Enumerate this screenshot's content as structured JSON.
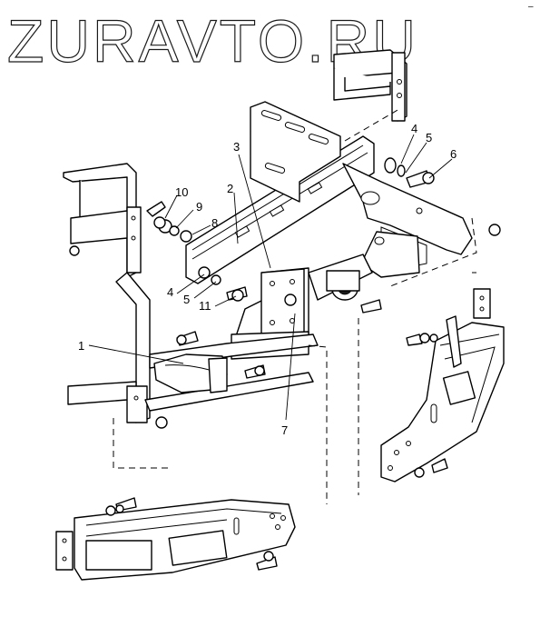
{
  "watermark": {
    "text": "ZURAVTO.RU"
  },
  "corner_mark": "–",
  "callouts": [
    {
      "num": "1",
      "name": "callout-1"
    },
    {
      "num": "2",
      "name": "callout-2"
    },
    {
      "num": "3",
      "name": "callout-3"
    },
    {
      "num": "4",
      "name": "callout-4-right"
    },
    {
      "num": "5",
      "name": "callout-5-right"
    },
    {
      "num": "6",
      "name": "callout-6"
    },
    {
      "num": "7",
      "name": "callout-7"
    },
    {
      "num": "8",
      "name": "callout-8"
    },
    {
      "num": "9",
      "name": "callout-9"
    },
    {
      "num": "10",
      "name": "callout-10"
    },
    {
      "num": "4",
      "name": "callout-4-left"
    },
    {
      "num": "5",
      "name": "callout-5-left"
    },
    {
      "num": "11",
      "name": "callout-11"
    }
  ]
}
